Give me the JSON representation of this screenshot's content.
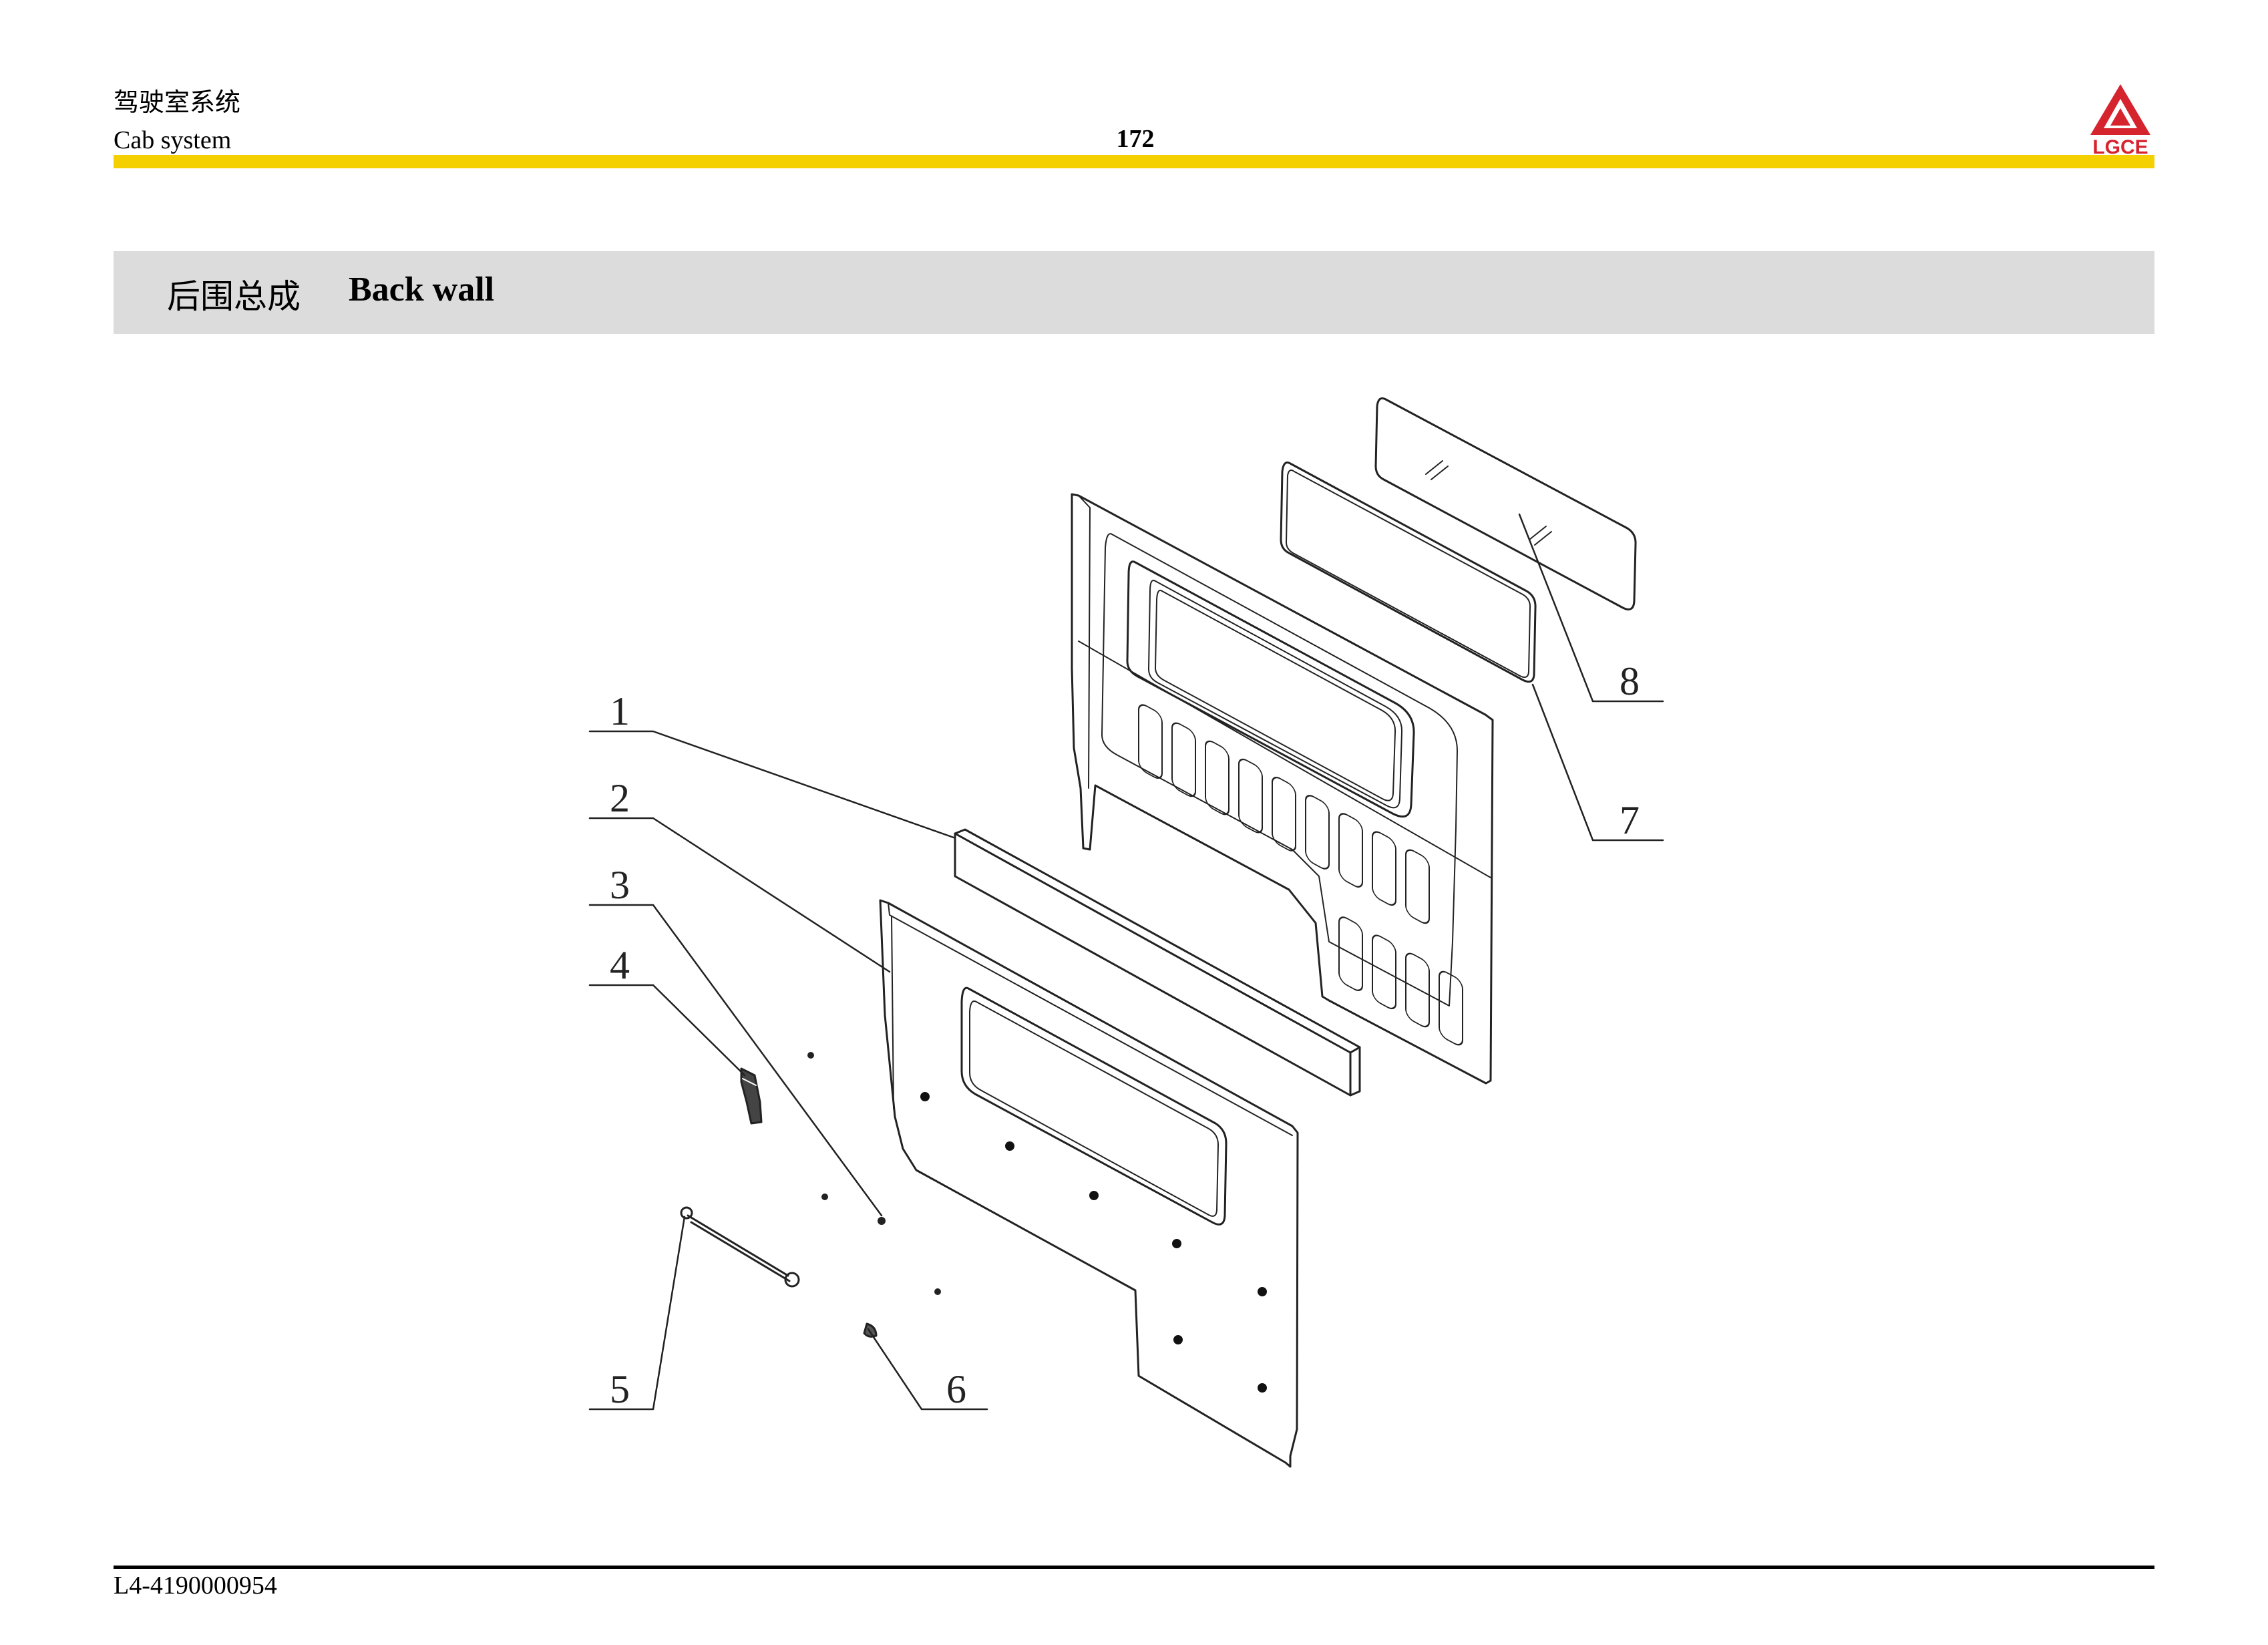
{
  "header": {
    "section_zh": "驾驶室系统",
    "section_en": "Cab system",
    "page_number": "172",
    "logo_text": "LGCE",
    "logo_color": "#D6242E",
    "rule_color": "#F5D000"
  },
  "title": {
    "zh": "后围总成",
    "en": "Back wall",
    "band_color": "#DCDCDC"
  },
  "callouts": [
    "1",
    "2",
    "3",
    "4",
    "5",
    "6",
    "7",
    "8"
  ],
  "footer": {
    "doc_code": "L4-4190000954"
  }
}
